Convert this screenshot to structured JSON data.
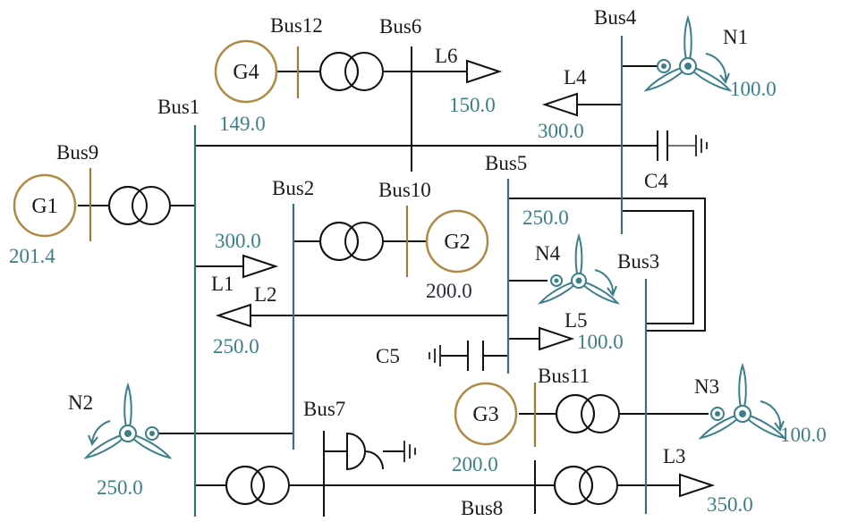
{
  "buses": [
    {
      "id": "bus1",
      "label": "Bus1"
    },
    {
      "id": "bus2",
      "label": "Bus2"
    },
    {
      "id": "bus3",
      "label": "Bus3"
    },
    {
      "id": "bus4",
      "label": "Bus4"
    },
    {
      "id": "bus5",
      "label": "Bus5"
    },
    {
      "id": "bus6",
      "label": "Bus6"
    },
    {
      "id": "bus7",
      "label": "Bus7"
    },
    {
      "id": "bus8",
      "label": "Bus8"
    },
    {
      "id": "bus9",
      "label": "Bus9"
    },
    {
      "id": "bus10",
      "label": "Bus10"
    },
    {
      "id": "bus11",
      "label": "Bus11"
    },
    {
      "id": "bus12",
      "label": "Bus12"
    }
  ],
  "generators": [
    {
      "id": "g1",
      "label": "G1",
      "value": "201.4"
    },
    {
      "id": "g2",
      "label": "G2",
      "value": "200.0"
    },
    {
      "id": "g3",
      "label": "G3",
      "value": "200.0"
    },
    {
      "id": "g4",
      "label": "G4",
      "value": "149.0"
    }
  ],
  "loads": [
    {
      "id": "l1",
      "label": "L1",
      "value": "300.0"
    },
    {
      "id": "l2",
      "label": "L2",
      "value": "250.0"
    },
    {
      "id": "l3",
      "label": "L3",
      "value": "350.0"
    },
    {
      "id": "l4",
      "label": "L4",
      "value": "300.0"
    },
    {
      "id": "l5",
      "label": "L5",
      "value": "100.0"
    },
    {
      "id": "l6",
      "label": "L6",
      "value": "150.0"
    }
  ],
  "wind_turbines": [
    {
      "id": "n1",
      "label": "N1",
      "value": "100.0"
    },
    {
      "id": "n2",
      "label": "N2",
      "value": "250.0"
    },
    {
      "id": "n3",
      "label": "N3",
      "value": "100.0"
    },
    {
      "id": "n4",
      "label": "N4",
      "value": "250.0"
    }
  ],
  "capacitors": [
    {
      "id": "c4",
      "label": "C4"
    },
    {
      "id": "c5",
      "label": "C5"
    }
  ],
  "colors": {
    "bus": "#3d6e74",
    "generator": "#b08a44",
    "value_text": "#3a7f8a",
    "wind_turbine": "#3a7f8a"
  }
}
